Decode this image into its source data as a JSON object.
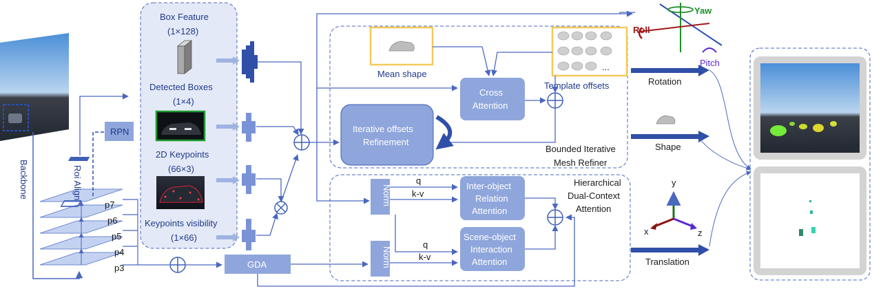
{
  "left": {
    "backbone": "Backbone",
    "roi_align": "Roi Align",
    "rpn": "RPN",
    "pyramid": [
      "p7",
      "p6",
      "p5",
      "p4",
      "p3"
    ]
  },
  "features": {
    "box_feature": "Box Feature",
    "box_feature_dim": "(1×128)",
    "detected_boxes": "Detected Boxes",
    "detected_boxes_dim": "(1×4)",
    "keypoints": "2D Keypoints",
    "keypoints_dim": "(66×3)",
    "visibility": "Keypoints visibility",
    "visibility_dim": "(1×66)"
  },
  "refiner": {
    "mean_shape": "Mean shape",
    "template_offsets": "Template offsets",
    "ellipsis": "...",
    "cross_attention_1": "Cross",
    "cross_attention_2": "Attention",
    "iterative_1": "Iterative offsets",
    "iterative_2": "Refinement",
    "title_1": "Bounded Iterative",
    "title_2": "Mesh Refiner"
  },
  "dual": {
    "norm": "Norm",
    "q": "q",
    "kv": "k-v",
    "inter_1": "Inter-object",
    "inter_2": "Relation",
    "inter_3": "Attention",
    "scene_1": "Scene-object",
    "scene_2": "Interaction",
    "scene_3": "Attention",
    "title_1": "Hierarchical",
    "title_2": "Dual-Context",
    "title_3": "Attention",
    "gda": "GDA"
  },
  "outputs": {
    "rotation": "Rotation",
    "shape": "Shape",
    "translation": "Translation",
    "roll": "Roll",
    "yaw": "Yaw",
    "pitch": "Pitch",
    "axis_x": "x",
    "axis_y": "y",
    "axis_z": "z"
  },
  "colors": {
    "primary": "#3f5fb5",
    "box_fill": "#8fa6dc",
    "panel_fill": "#e4e9f7",
    "arrow": "#4a67c0",
    "yellow": "#f5c95a",
    "roll": "#a01818",
    "yaw": "#1f8f2a",
    "pitch": "#5a28d0"
  }
}
